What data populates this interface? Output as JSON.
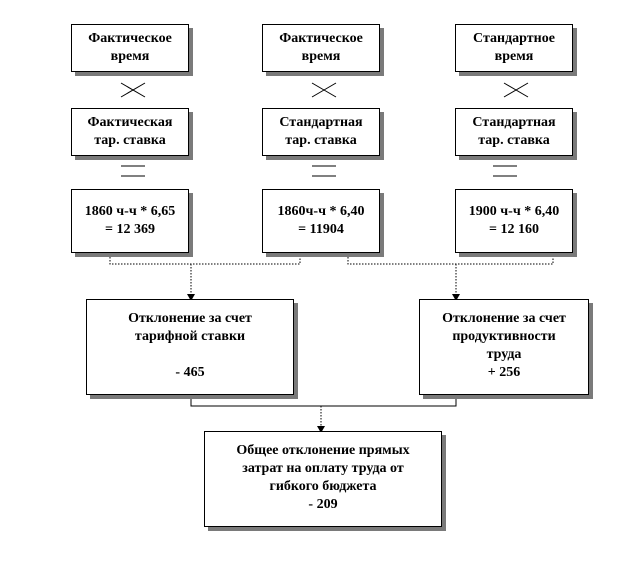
{
  "top_row": [
    {
      "line1": "Фактическое",
      "line2": "время"
    },
    {
      "line1": "Фактическое",
      "line2": "время"
    },
    {
      "line1": "Стандартное",
      "line2": "время"
    }
  ],
  "rate_row": [
    {
      "line1": "Фактическая",
      "line2": "тар. ставка"
    },
    {
      "line1": "Стандартная",
      "line2": "тар. ставка"
    },
    {
      "line1": "Стандартная",
      "line2": "тар. ставка"
    }
  ],
  "calc_row": [
    {
      "line1": "1860 ч-ч * 6,65",
      "line2": "= 12 369"
    },
    {
      "line1": "1860ч-ч * 6,40",
      "line2": "= 11904"
    },
    {
      "line1": "1900 ч-ч * 6,40",
      "line2": "= 12 160"
    }
  ],
  "variances": {
    "rate": {
      "line1": "Отклонение за счет",
      "line2": "тарифной ставки",
      "value": "- 465"
    },
    "productivity": {
      "line1": "Отклонение за счет",
      "line2": "продуктивности",
      "line3": "труда",
      "value": "+ 256"
    }
  },
  "total": {
    "line1": "Общее отклонение прямых",
    "line2": "затрат на оплату труда от",
    "line3": "гибкого бюджета",
    "value": "- 209"
  }
}
